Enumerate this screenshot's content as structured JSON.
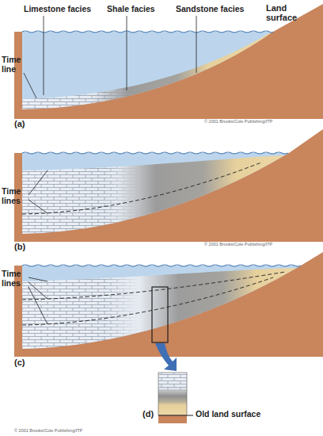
{
  "diagram": {
    "labels": [
      "Limestone facies",
      "Shale facies",
      "Sandstone facies",
      "Land surface",
      "Time line",
      "(a)",
      "© 2001 Brooks/Cole Publishing/ITP",
      "Time lines",
      "(b)",
      "© 2001 Brooks/Cole Publishing/ITP",
      "Time lines",
      "(c)",
      "(d)",
      "Old land surface",
      "© 2001 Brooks/Cole Publishing/ITP"
    ]
  }
}
